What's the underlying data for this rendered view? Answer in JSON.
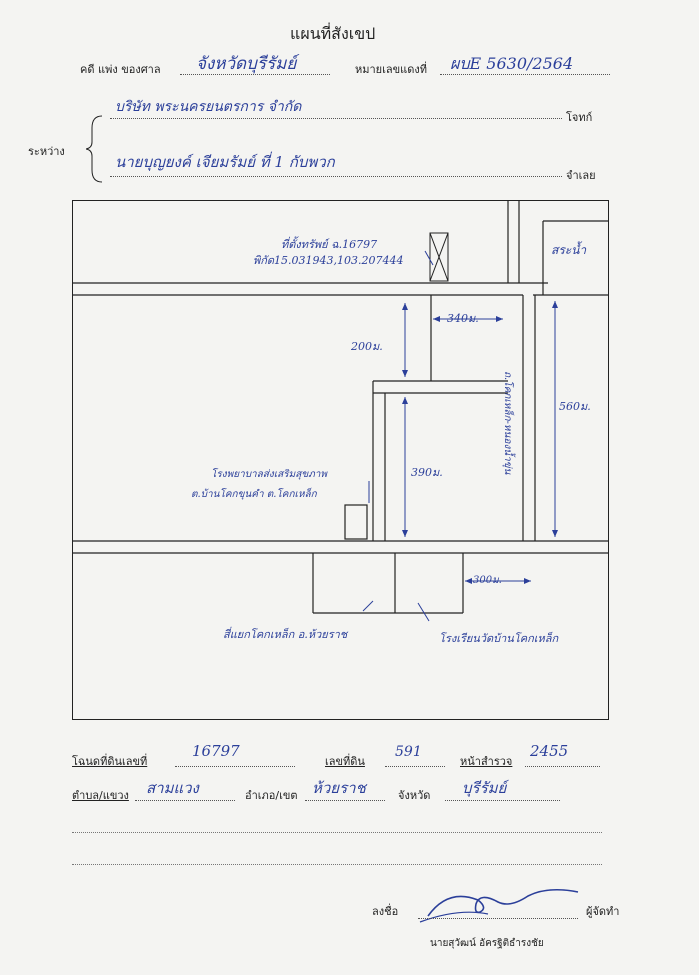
{
  "title": "แผนที่สังเขป",
  "header": {
    "case_label": "คดี แพ่ง ของศาล",
    "court_value": "จังหวัดบุรีรัมย์",
    "case_no_label": "หมายเลขแดงที่",
    "case_no_value": "ผบE 5630/2564",
    "between_label": "ระหว่าง",
    "plaintiff_value": "บริษัท พระนครยนตรการ จำกัด",
    "plaintiff_label": "โจทก์",
    "defendant_value": "นายบุญยงค์ เจียมรัมย์ ที่ 1 กับพวก",
    "defendant_label": "จำเลย"
  },
  "map": {
    "deed_title": "ที่ตั้งทรัพย์ ฉ.16797",
    "coords": "พิกัด15.031943,103.207444",
    "pond": "สระน้ำ",
    "dist_top": "340ม.",
    "dist_left_upper": "200ม.",
    "dist_right": "560ม.",
    "dist_left_lower": "390ม.",
    "dist_bottom": "300ม.",
    "road_label": "ถ.โคกเหล็ก-หนองน้ำขุ่น",
    "hospital_line1": "โรงพยาบาลส่งเสริมสุขภาพ",
    "hospital_line2": "ต.บ้านโคกขุนคำ ต.โคกเหล็ก",
    "junction": "สี่แยกโคกเหล็ก อ.ห้วยราช",
    "school": "โรงเรียนวัดบ้านโคกเหล็ก"
  },
  "footer": {
    "deed_label": "โฉนดที่ดินเลขที่",
    "deed_value": "16797",
    "land_no_label": "เลขที่ดิน",
    "land_no_value": "591",
    "survey_label": "หน้าสำรวจ",
    "survey_value": "2455",
    "subdistrict_label": "ตำบล/แขวง",
    "subdistrict_value": "สามแวง",
    "district_label": "อำเภอ/เขต",
    "district_value": "ห้วยราช",
    "province_label": "จังหวัด",
    "province_value": "บุรีรัมย์",
    "sign_label": "ลงชื่อ",
    "maker_label": "ผู้จัดทำ",
    "signer_name": "นายสุวัฒน์ อัครฐิติธำรงชัย"
  }
}
